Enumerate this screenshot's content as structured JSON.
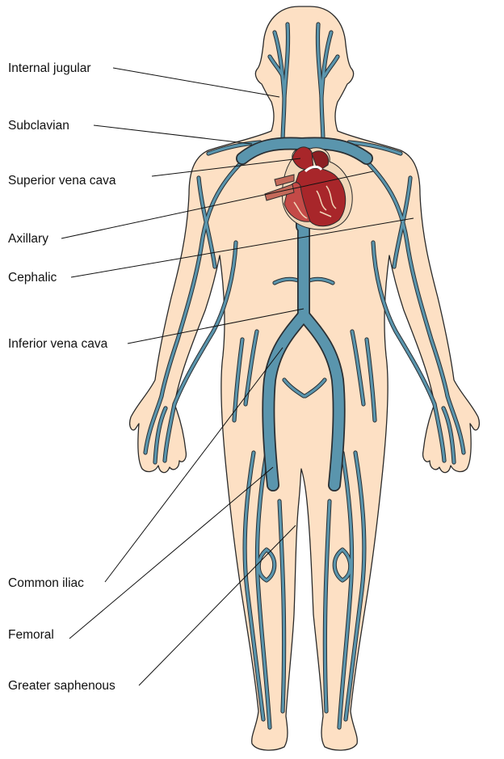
{
  "colors": {
    "skin": "#fde0c4",
    "vein": "#5a95ad",
    "outline": "#2a2a2a",
    "heart": "#a8262a"
  },
  "labels": {
    "internal_jugular": "Internal jugular",
    "subclavian": "Subclavian",
    "superior_vena_cava": "Superior vena cava",
    "axillary": "Axillary",
    "cephalic": "Cephalic",
    "inferior_vena_cava": "Inferior vena cava",
    "common_iliac": "Common iliac",
    "femoral": "Femoral",
    "greater_saphenous": "Greater saphenous"
  }
}
